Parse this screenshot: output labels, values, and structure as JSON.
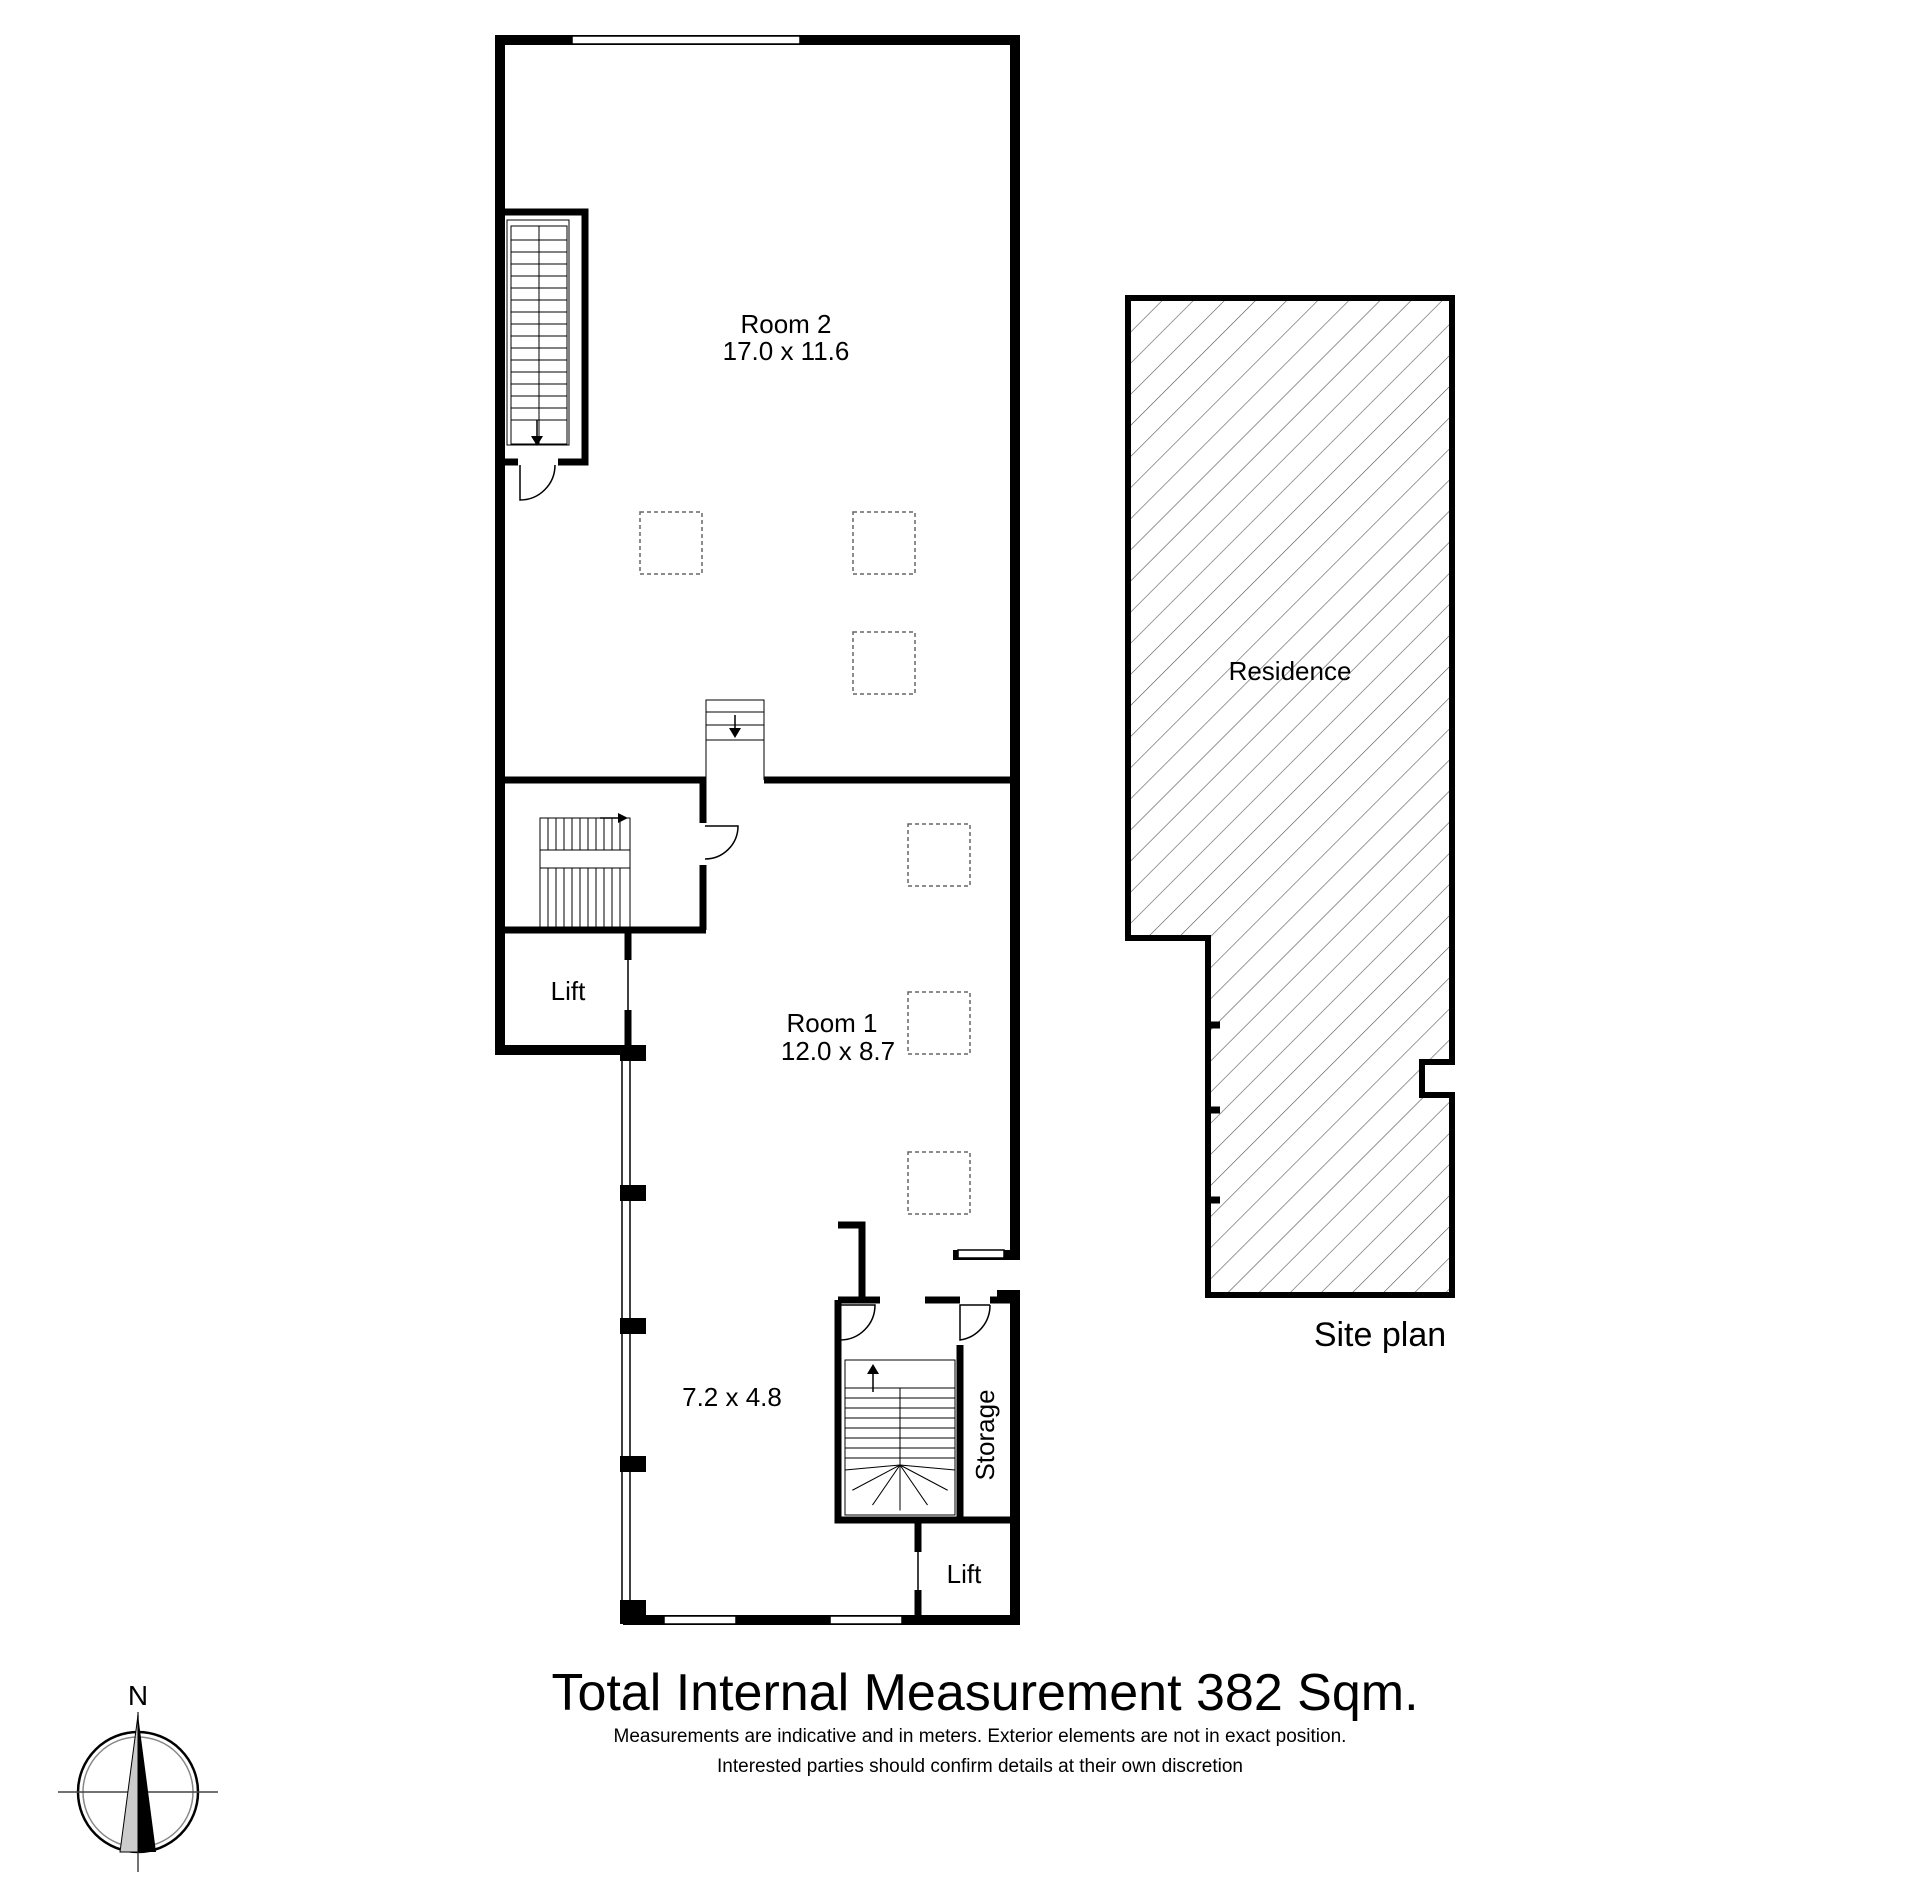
{
  "rooms": {
    "room2": {
      "name": "Room 2",
      "dims": "17.0 x 11.6"
    },
    "room1": {
      "name": "Room 1",
      "dims": "12.0 x 8.7"
    },
    "room3": {
      "dims": "7.2 x 4.8"
    },
    "lift_upper": "Lift",
    "lift_lower": "Lift",
    "storage": "Storage"
  },
  "site": {
    "residence": "Residence",
    "caption": "Site plan"
  },
  "footer": {
    "title": "Total Internal Measurement 382 Sqm.",
    "note1": "Measurements are indicative and in meters. Exterior elements are not in exact position.",
    "note2": "Interested parties should confirm details at their own discretion"
  },
  "compass": {
    "label": "N"
  }
}
